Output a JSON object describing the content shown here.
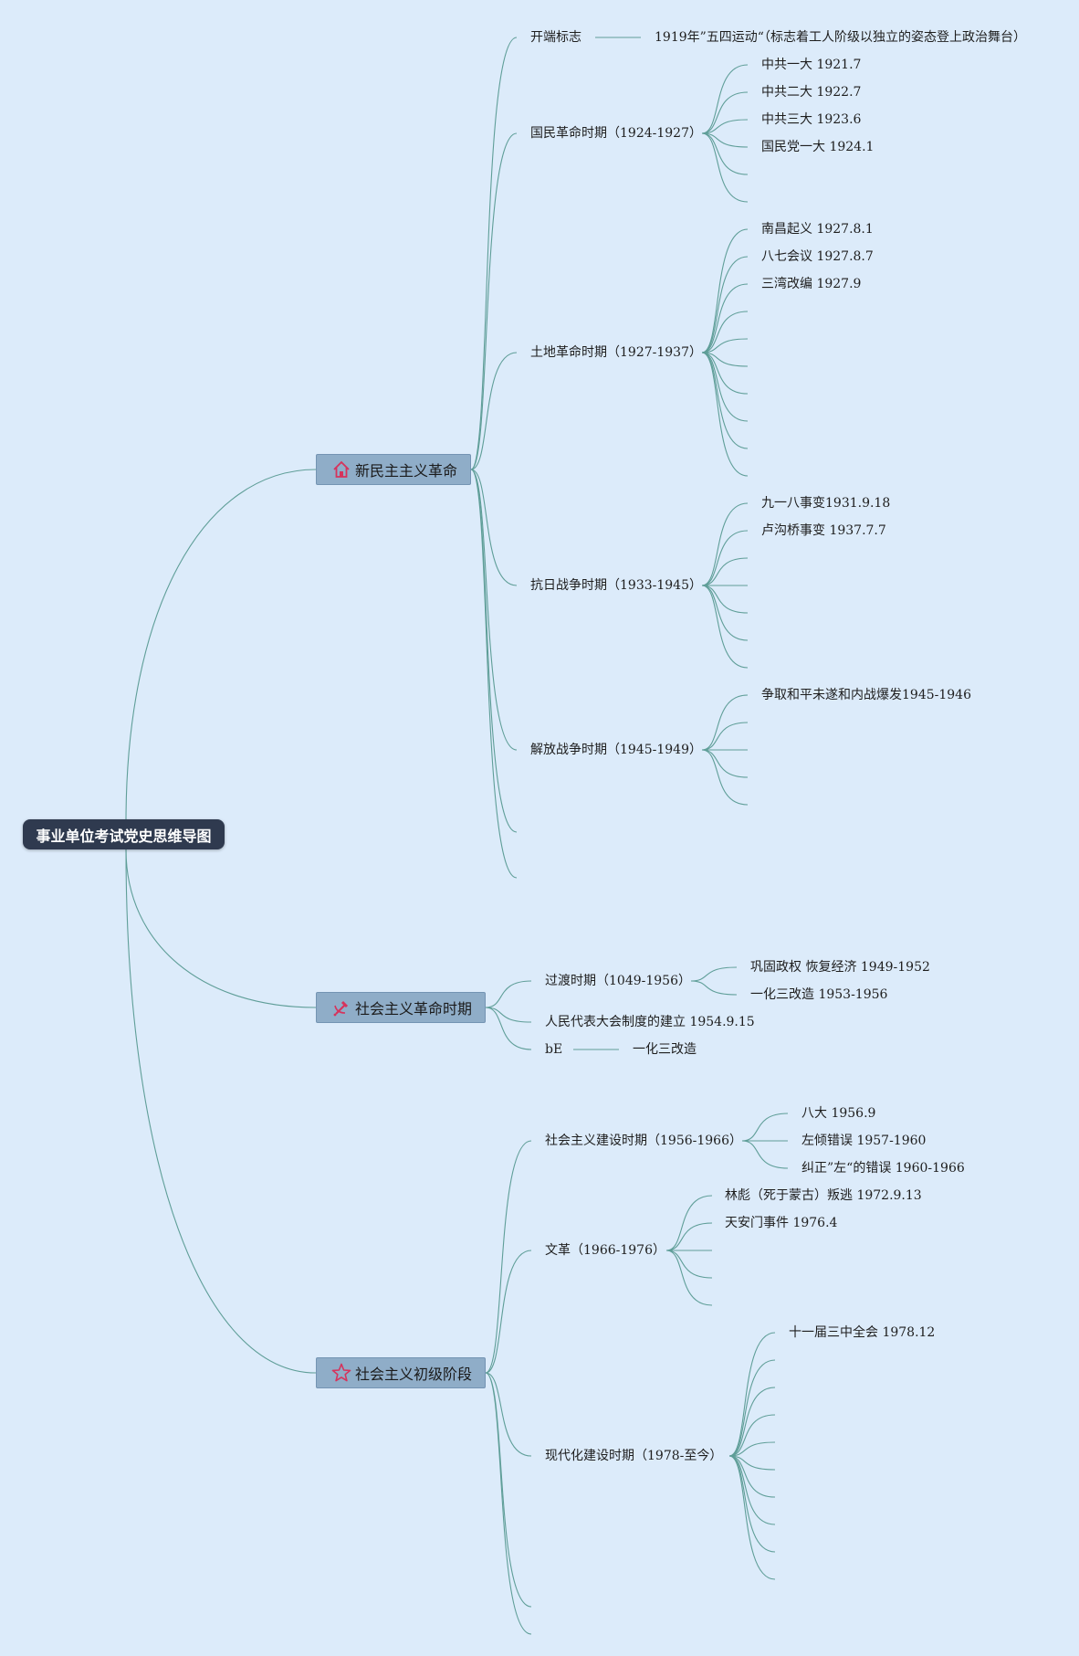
{
  "title": "事业单位考试党史思维导图",
  "branches": [
    {
      "label": "新民主主义革命",
      "icon": "home-icon",
      "children": [
        {
          "label": "开端标志",
          "detail": "1919年”五四运动“（标志着工人阶级以独立的姿态登上政治舞台）"
        },
        {
          "label": "国民革命时期（1924-1927）",
          "items": [
            "中共一大 1921.7",
            "中共二大 1922.7",
            "中共三大 1923.6",
            "国民党一大 1924.1"
          ]
        },
        {
          "label": "土地革命时期（1927-1937）",
          "items": [
            "南昌起义 1927.8.1",
            "八七会议 1927.8.7",
            "三湾改编 1927.9"
          ]
        },
        {
          "label": "抗日战争时期（1933-1945）",
          "items": [
            "九一八事变1931.9.18",
            "卢沟桥事变 1937.7.7"
          ]
        },
        {
          "label": "解放战争时期（1945-1949）",
          "items": [
            "争取和平未遂和内战爆发1945-1946"
          ]
        }
      ]
    },
    {
      "label": "社会主义革命时期",
      "icon": "hammer-sickle-icon",
      "children": [
        {
          "label": "过渡时期（1049-1956）",
          "items": [
            "巩固政权 恢复经济 1949-1952",
            "一化三改造 1953-1956"
          ]
        },
        {
          "label": "人民代表大会制度的建立 1954.9.15"
        },
        {
          "label": "bE",
          "detail": "一化三改造"
        }
      ]
    },
    {
      "label": "社会主义初级阶段",
      "icon": "star-icon",
      "children": [
        {
          "label": "社会主义建设时期（1956-1966）",
          "items": [
            "八大 1956.9",
            "左倾错误 1957-1960",
            "纠正”左“的错误 1960-1966"
          ]
        },
        {
          "label": "文革（1966-1976）",
          "items": [
            "林彪（死于蒙古）叛逃 1972.9.13",
            "天安门事件 1976.4"
          ]
        },
        {
          "label": "现代化建设时期（1978-至今）",
          "items": [
            "十一届三中全会 1978.12"
          ]
        }
      ]
    }
  ]
}
